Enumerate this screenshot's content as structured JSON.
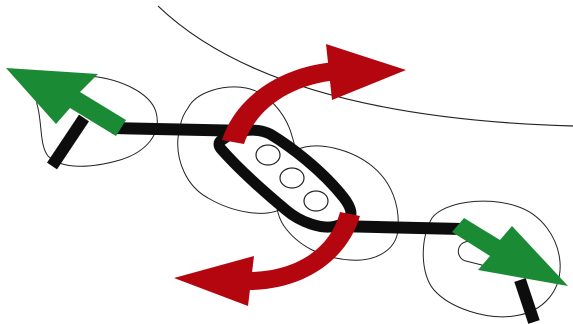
{
  "diagram": {
    "colors": {
      "background": "#ffffff",
      "outline": "#222222",
      "bar": "#0d0d0d",
      "green_arrow": "#1a8a35",
      "red_arrow": "#b3060f"
    },
    "elements": {
      "outlines": 4,
      "thin_curve": 1,
      "bar_segments": 4,
      "green_arrows": 2,
      "red_arrows": 2,
      "small_circles": 3
    }
  }
}
